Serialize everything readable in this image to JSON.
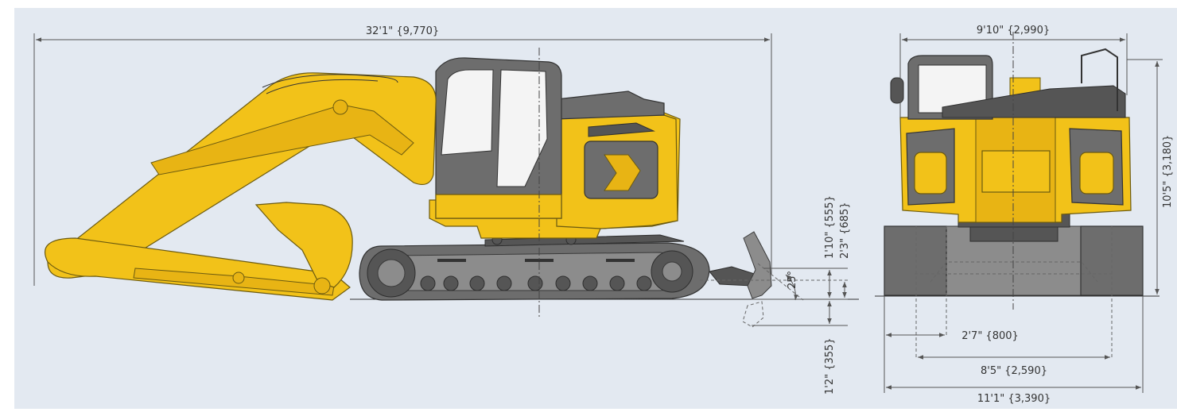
{
  "colors": {
    "background": "#e3e9f1",
    "machine_yellow": "#f2c219",
    "machine_dark": "#6d6d6d",
    "dimension_line": "#555555"
  },
  "side_view": {
    "overall_length": "32'1\" {9,770}",
    "blade_lift_height": "1'10\" {555}",
    "blade_height": "2'3\" {685}",
    "blade_tilt_angle": "25°",
    "blade_drop_depth": "1'2\" {355}"
  },
  "front_view": {
    "overall_width_top": "9'10\" {2,990}",
    "overall_height": "10'5\" {3,180}",
    "track_shoe_width": "2'7\" {800}",
    "track_gauge": "8'5\" {2,590}",
    "blade_width": "11'1\" {3,390}"
  }
}
